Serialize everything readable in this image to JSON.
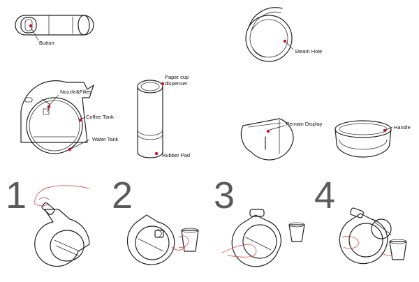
{
  "labels": {
    "button": "Button",
    "nozzle_filter": "Nozzle&Filter",
    "coffee_tank": "Coffee Tank",
    "water_tank": "Water Tank",
    "paper_cup_line1": "Paper cup",
    "paper_cup_line2": "dispenser",
    "rubber_pad": "Rubber Pad",
    "steam_hole": "Steam Hole",
    "remain_display": "Remain Display",
    "handle": "Handle"
  },
  "steps": [
    "1",
    "2",
    "3",
    "4"
  ],
  "colors": {
    "line": "#222222",
    "callout_dot": "#c8102e",
    "hand": "#d45a5a",
    "step_number": "#5a5a5a"
  }
}
